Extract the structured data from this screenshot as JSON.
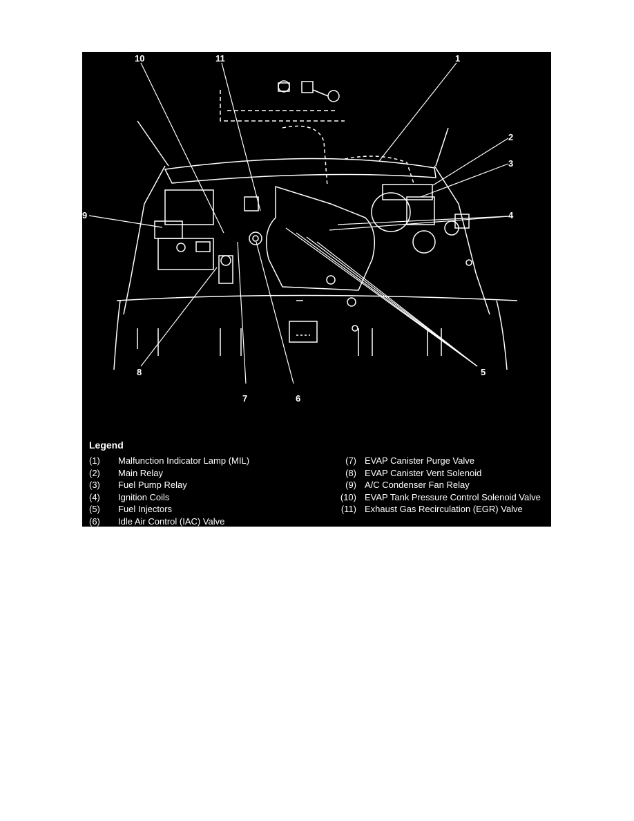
{
  "figure": {
    "background": "#000000",
    "line_color": "#ffffff",
    "callouts": [
      "10",
      "11",
      "1",
      "2",
      "3",
      "4",
      "9",
      "5",
      "8",
      "7",
      "6"
    ]
  },
  "legend": {
    "title": "Legend",
    "left_items": [
      {
        "num": "(1)",
        "text": "Malfunction Indicator Lamp (MIL)"
      },
      {
        "num": "(2)",
        "text": "Main Relay"
      },
      {
        "num": "(3)",
        "text": "Fuel Pump Relay"
      },
      {
        "num": "(4)",
        "text": "Ignition Coils"
      },
      {
        "num": "(5)",
        "text": "Fuel Injectors"
      },
      {
        "num": "(6)",
        "text": "Idle Air Control (IAC) Valve"
      }
    ],
    "right_items": [
      {
        "num": "(7)",
        "text": "EVAP Canister Purge Valve"
      },
      {
        "num": "(8)",
        "text": "EVAP Canister Vent Solenoid"
      },
      {
        "num": "(9)",
        "text": "A/C Condenser Fan Relay"
      },
      {
        "num": "(10)",
        "text": "EVAP Tank Pressure Control Solenoid Valve"
      },
      {
        "num": "(11)",
        "text": "Exhaust Gas Recirculation (EGR) Valve"
      }
    ]
  }
}
